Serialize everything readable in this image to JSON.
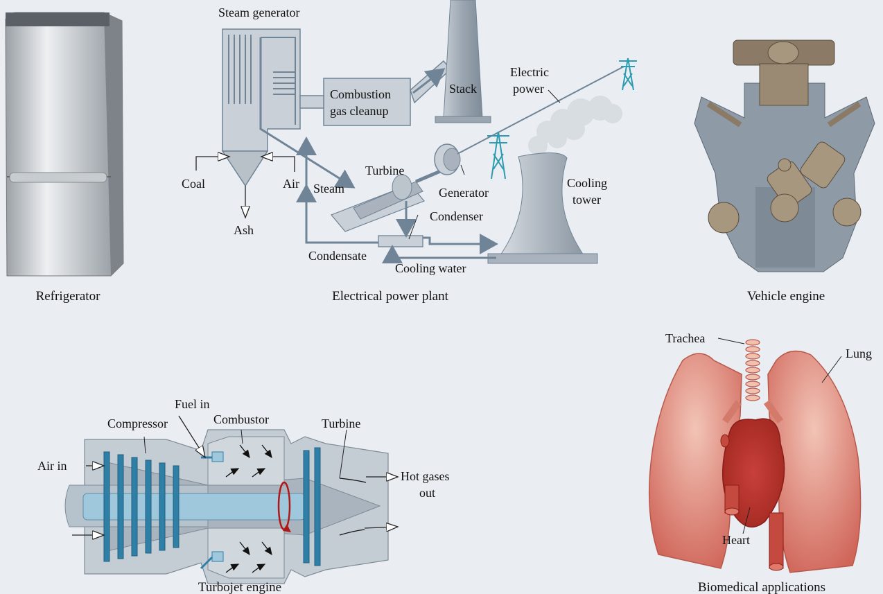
{
  "panels": {
    "refrigerator": {
      "caption": "Refrigerator"
    },
    "power_plant": {
      "caption": "Electrical power plant",
      "labels": {
        "steam_generator": "Steam generator",
        "combustion_line1": "Combustion",
        "combustion_line2": "gas cleanup",
        "stack": "Stack",
        "electric_line1": "Electric",
        "electric_line2": "power",
        "coal": "Coal",
        "air": "Air",
        "ash": "Ash",
        "steam": "Steam",
        "turbine": "Turbine",
        "generator": "Generator",
        "cooling_tower_line1": "Cooling",
        "cooling_tower_line2": "tower",
        "condenser": "Condenser",
        "condensate": "Condensate",
        "cooling_water": "Cooling water"
      }
    },
    "vehicle_engine": {
      "caption": "Vehicle engine"
    },
    "turbojet": {
      "caption": "Turbojet engine",
      "labels": {
        "fuel_in": "Fuel in",
        "compressor": "Compressor",
        "combustor": "Combustor",
        "turbine": "Turbine",
        "air_in": "Air in",
        "hot_gases_line1": "Hot gases",
        "hot_gases_line2": "out"
      }
    },
    "biomedical": {
      "caption": "Biomedical applications",
      "labels": {
        "trachea": "Trachea",
        "lung": "Lung",
        "heart": "Heart"
      }
    }
  },
  "colors": {
    "background": "#eaedf2",
    "pipe": "#6f8496",
    "machinery_gray": "#aab3bd",
    "tower_blue": "#2a9bb0",
    "lung_red": "#d46a5a",
    "heart_red": "#b8322a",
    "engine_brown": "#8a7a66",
    "blade_blue": "#2f7fa6"
  }
}
